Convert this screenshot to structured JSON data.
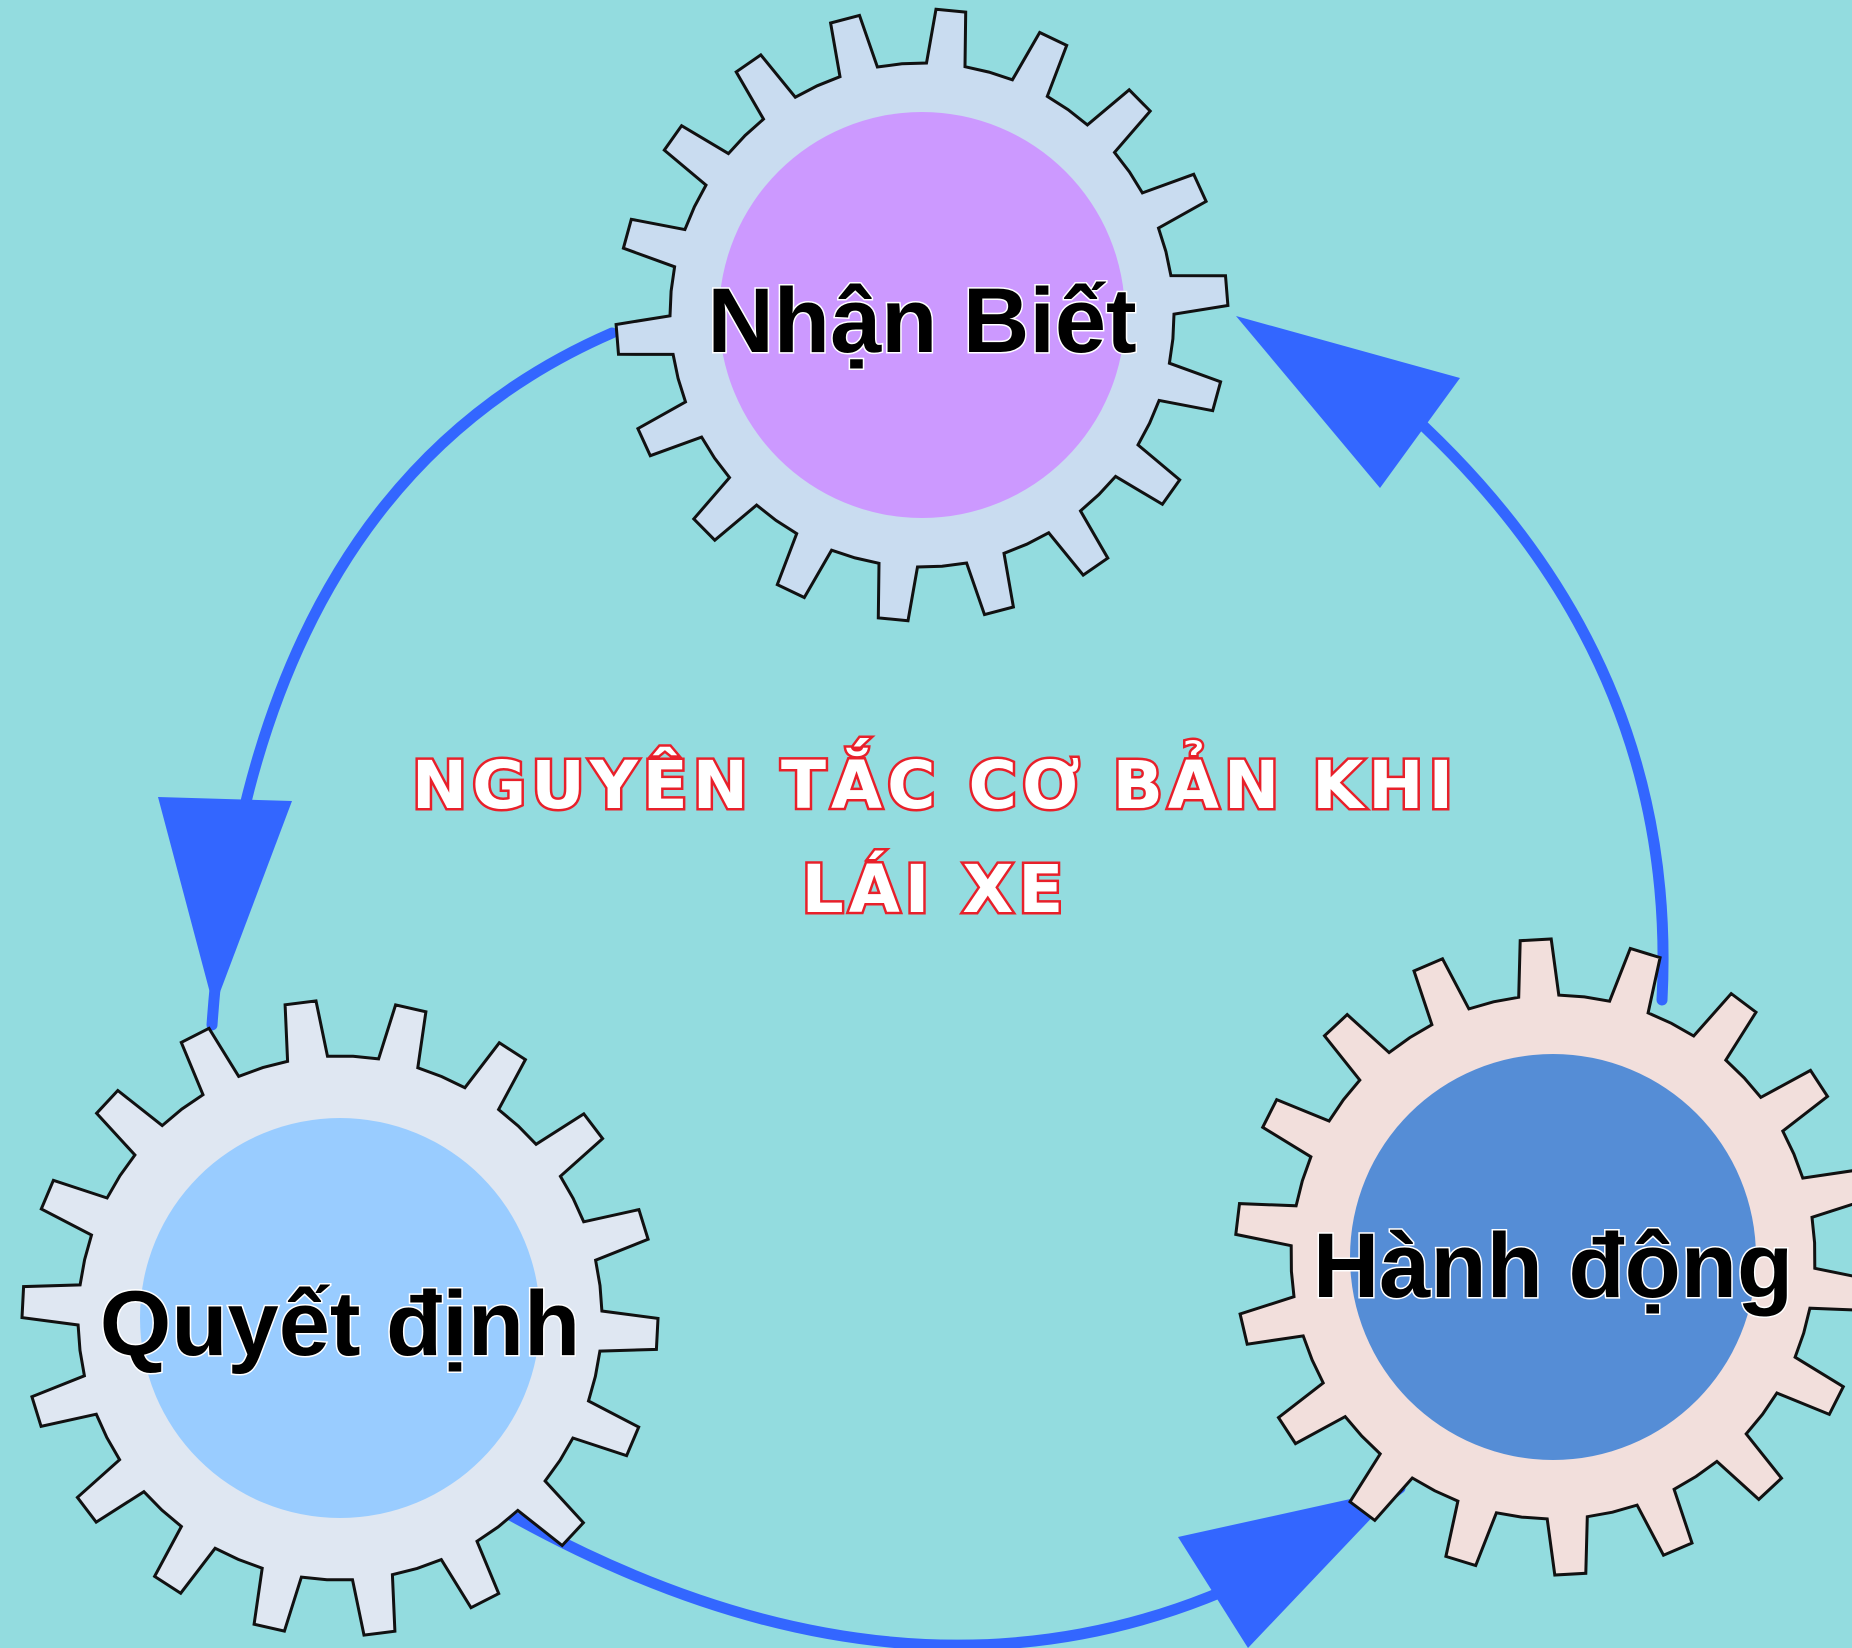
{
  "title": {
    "line1": "NGUYÊN TẮC CƠ BẢN KHI",
    "line2": "LÁI XE"
  },
  "nodes": [
    {
      "id": "nhan-biet",
      "label": "Nhận Biết",
      "gear_fill": "#c9dcf0",
      "inner_fill": "#cc99ff"
    },
    {
      "id": "quyet-dinh",
      "label": "Quyết định",
      "gear_fill": "#dfe7f2",
      "inner_fill": "#99ccff"
    },
    {
      "id": "hanh-dong",
      "label": "Hành động",
      "gear_fill": "#f2dfdc",
      "inner_fill": "#558dd6"
    }
  ],
  "cycle_order": [
    "nhan-biet",
    "quyet-dinh",
    "hanh-dong"
  ],
  "colors": {
    "background": "#93dcdf",
    "arrow": "#3366ff",
    "title_outline": "#e8202a",
    "title_fill": "#ffffff",
    "gear_stroke": "#111111"
  }
}
